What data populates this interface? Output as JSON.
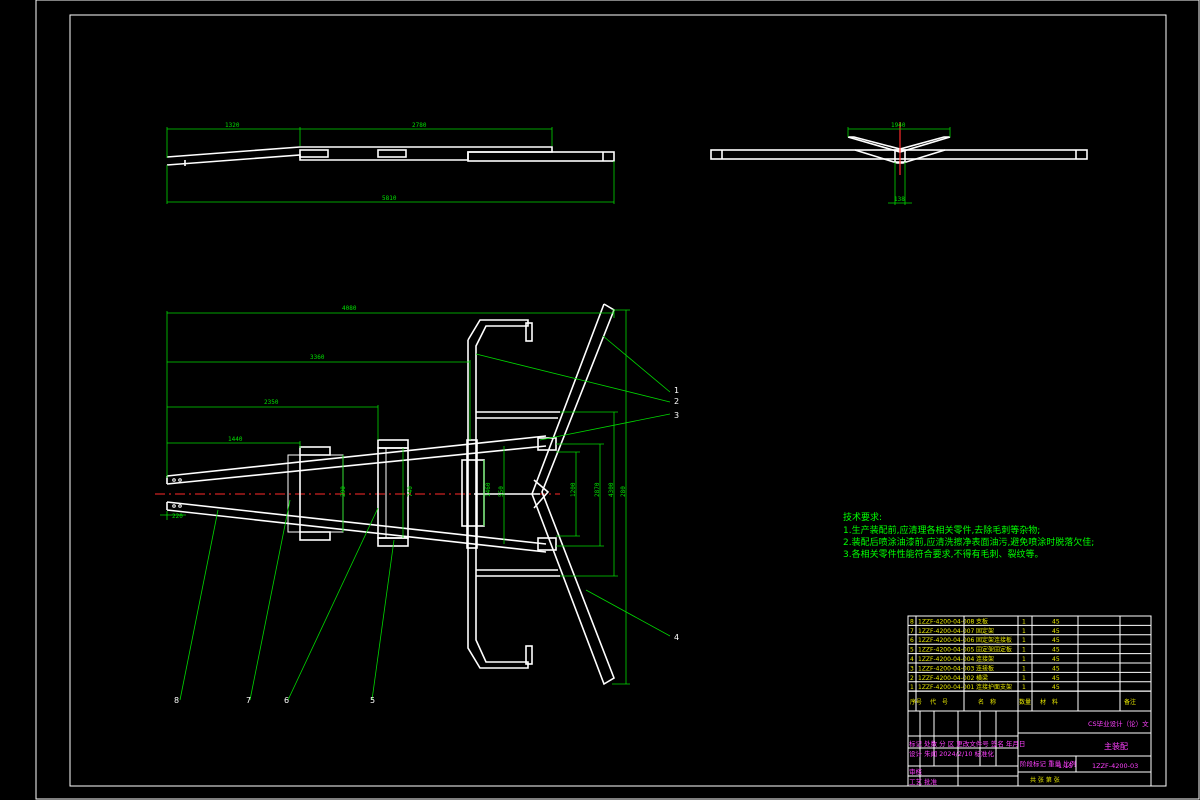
{
  "top_view": {
    "dims": [
      "1320",
      "2780",
      "5810"
    ]
  },
  "end_view": {
    "dims": [
      "1940",
      "138"
    ]
  },
  "plan_view": {
    "dims_top": [
      "4080",
      "3360",
      "2350",
      "1440"
    ],
    "dims_vertical": [
      "220",
      "290",
      "740",
      "1460",
      "550",
      "1200",
      "2870",
      "4300"
    ],
    "dim_small": "280"
  },
  "balloons": [
    "1",
    "2",
    "3",
    "4",
    "8",
    "7",
    "6",
    "5"
  ],
  "technical_notes": {
    "title": "技术要求:",
    "lines": [
      "1.生产装配前,应清理各相关零件,去除毛刺等杂物;",
      "2.装配后喷涂油漆前,应清洗擦净表面油污,避免喷涂时脱落欠佳;",
      "3.各相关零件性能符合要求,不得有毛刺、裂纹等。"
    ]
  },
  "bom": {
    "rows": [
      {
        "no": "8",
        "code": "1ZZF-4200-04-008",
        "name": "支板",
        "qty": "1",
        "mat": "45"
      },
      {
        "no": "7",
        "code": "1ZZF-4200-04-007",
        "name": "固定架",
        "qty": "1",
        "mat": "45"
      },
      {
        "no": "6",
        "code": "1ZZF-4200-04-006",
        "name": "固定架连接板",
        "qty": "1",
        "mat": "45"
      },
      {
        "no": "5",
        "code": "1ZZF-4200-04-005",
        "name": "固定架固定板",
        "qty": "1",
        "mat": "45"
      },
      {
        "no": "4",
        "code": "1ZZF-4200-04-004",
        "name": "连接架",
        "qty": "1",
        "mat": "45"
      },
      {
        "no": "3",
        "code": "1ZZF-4200-04-003",
        "name": "连接板",
        "qty": "1",
        "mat": "45"
      },
      {
        "no": "2",
        "code": "1ZZF-4200-04-002",
        "name": "横梁",
        "qty": "1",
        "mat": "45"
      },
      {
        "no": "1",
        "code": "1ZZF-4200-04-001",
        "name": "连接护面支架",
        "qty": "1",
        "mat": "45"
      }
    ],
    "header": [
      "序号",
      "代　号",
      "名　称",
      "数量",
      "材　料",
      "备注"
    ]
  },
  "title_block": {
    "project": "CS毕业设计（论）文",
    "drawing_name": "主装配",
    "drawing_no": "1ZZF-4200-03",
    "scale": "1:15",
    "stage_label": "阶段标记 重量 比例",
    "sheet_label": "共 张  第 张",
    "left_rows": [
      "标记 处数 分 区 更改文件号 签名 年月日",
      "设计 朱闻 2024/2/10 标准化",
      "审核",
      "工艺 批准"
    ]
  }
}
